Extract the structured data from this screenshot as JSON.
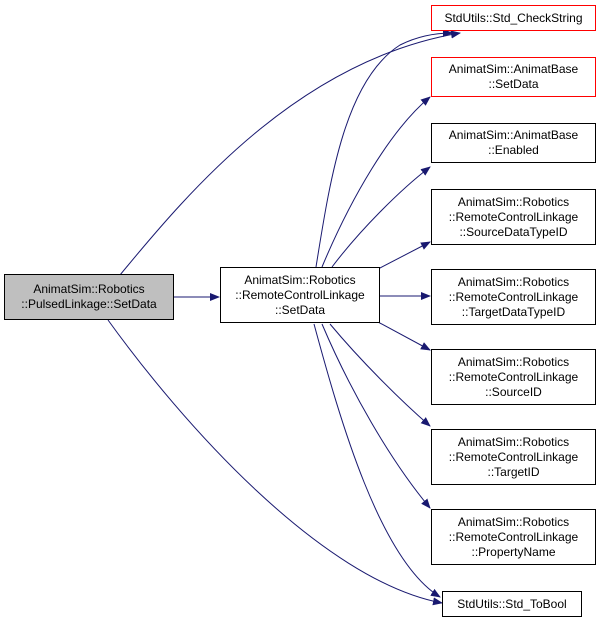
{
  "colors": {
    "edge": "#191970",
    "node_border": "#000000",
    "external_border": "#ff0000",
    "focus_fill": "#bfbfbf",
    "node_fill": "#ffffff"
  },
  "nodes": [
    {
      "id": "focus",
      "lines": [
        "AnimatSim::Robotics",
        "::PulsedLinkage::SetData"
      ]
    },
    {
      "id": "rcl_setdata",
      "lines": [
        "AnimatSim::Robotics",
        "::RemoteControlLinkage",
        "::SetData"
      ]
    },
    {
      "id": "std_checkstring",
      "lines": [
        "StdUtils::Std_CheckString"
      ]
    },
    {
      "id": "animatbase_setdata",
      "lines": [
        "AnimatSim::AnimatBase",
        "::SetData"
      ]
    },
    {
      "id": "animatbase_enabled",
      "lines": [
        "AnimatSim::AnimatBase",
        "::Enabled"
      ]
    },
    {
      "id": "source_data_type_id",
      "lines": [
        "AnimatSim::Robotics",
        "::RemoteControlLinkage",
        "::SourceDataTypeID"
      ]
    },
    {
      "id": "target_data_type_id",
      "lines": [
        "AnimatSim::Robotics",
        "::RemoteControlLinkage",
        "::TargetDataTypeID"
      ]
    },
    {
      "id": "source_id",
      "lines": [
        "AnimatSim::Robotics",
        "::RemoteControlLinkage",
        "::SourceID"
      ]
    },
    {
      "id": "target_id",
      "lines": [
        "AnimatSim::Robotics",
        "::RemoteControlLinkage",
        "::TargetID"
      ]
    },
    {
      "id": "property_name",
      "lines": [
        "AnimatSim::Robotics",
        "::RemoteControlLinkage",
        "::PropertyName"
      ]
    },
    {
      "id": "std_tobool",
      "lines": [
        "StdUtils::Std_ToBool"
      ]
    }
  ],
  "edges": [
    {
      "from": "focus",
      "to": "rcl_setdata"
    },
    {
      "from": "focus",
      "to": "std_checkstring"
    },
    {
      "from": "focus",
      "to": "std_tobool"
    },
    {
      "from": "rcl_setdata",
      "to": "std_checkstring"
    },
    {
      "from": "rcl_setdata",
      "to": "animatbase_setdata"
    },
    {
      "from": "rcl_setdata",
      "to": "animatbase_enabled"
    },
    {
      "from": "rcl_setdata",
      "to": "source_data_type_id"
    },
    {
      "from": "rcl_setdata",
      "to": "target_data_type_id"
    },
    {
      "from": "rcl_setdata",
      "to": "source_id"
    },
    {
      "from": "rcl_setdata",
      "to": "target_id"
    },
    {
      "from": "rcl_setdata",
      "to": "property_name"
    },
    {
      "from": "rcl_setdata",
      "to": "std_tobool"
    }
  ]
}
